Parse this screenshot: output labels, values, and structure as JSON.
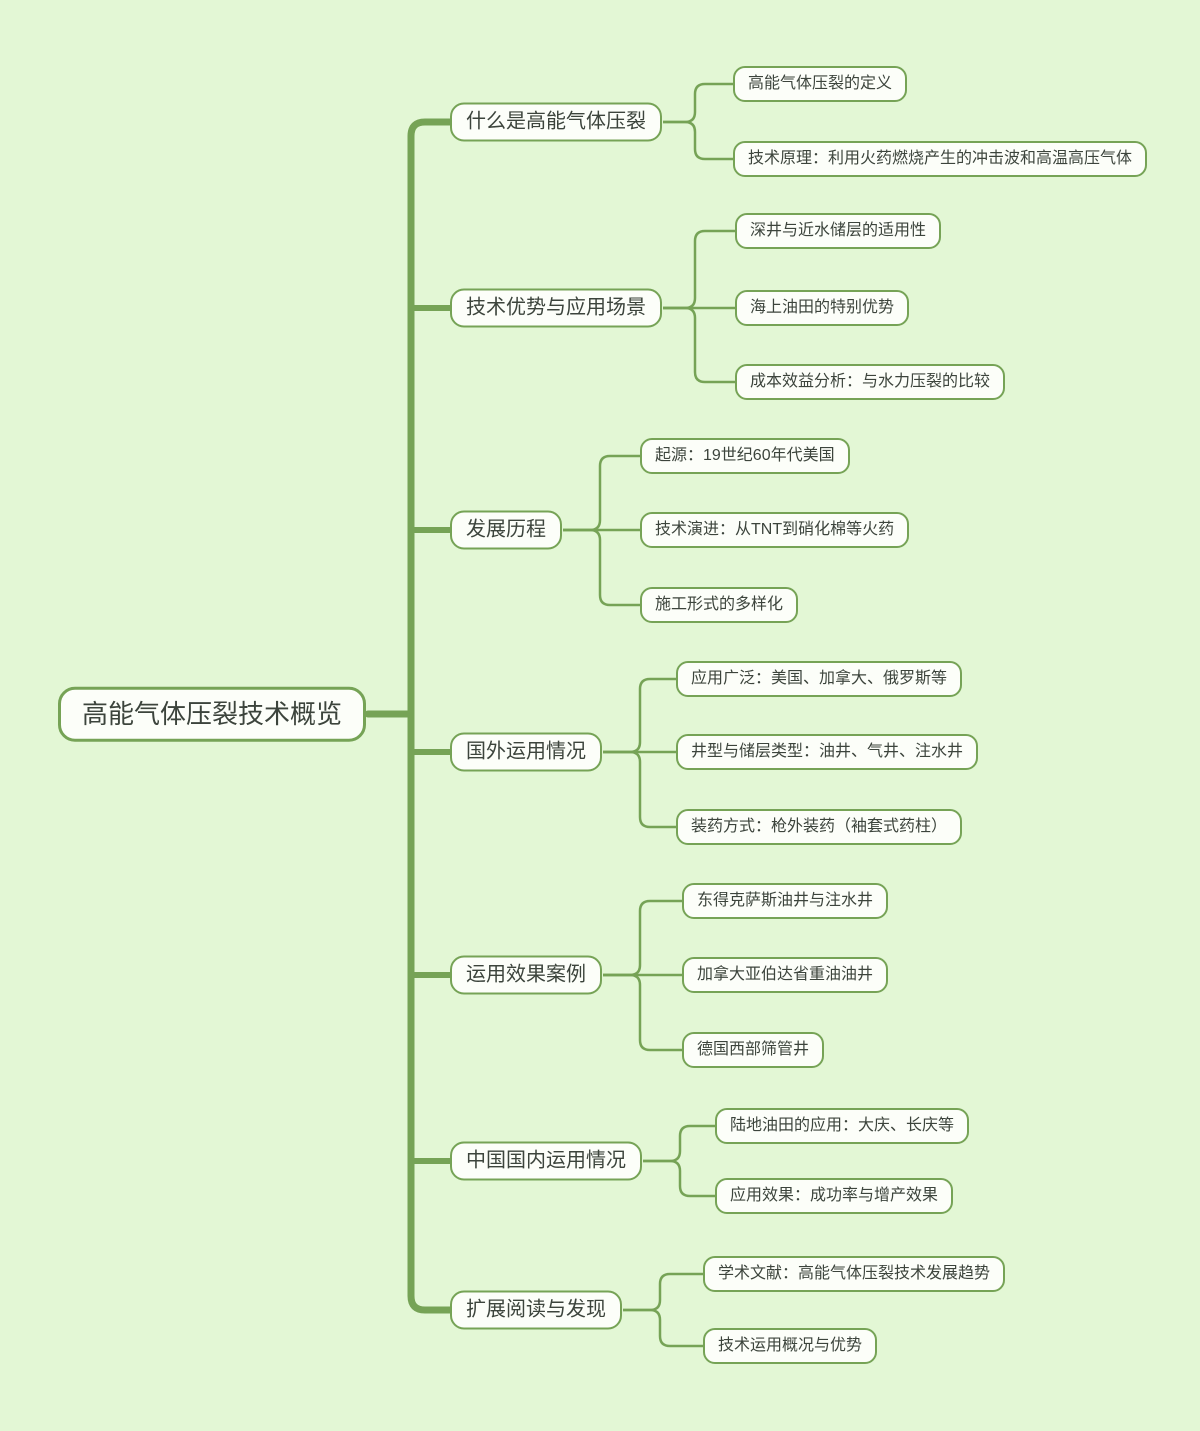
{
  "theme": {
    "background": "#e3f7d5",
    "line": "#76a356",
    "node_fill": "#fcfef9",
    "node_border": "#76a356",
    "text": "#3c443c"
  },
  "root": {
    "label": "高能气体压裂技术概览"
  },
  "branches": [
    {
      "label": "什么是高能气体压裂",
      "children": [
        {
          "label": "高能气体压裂的定义"
        },
        {
          "label": "技术原理：利用火药燃烧产生的冲击波和高温高压气体"
        }
      ]
    },
    {
      "label": "技术优势与应用场景",
      "children": [
        {
          "label": "深井与近水储层的适用性"
        },
        {
          "label": "海上油田的特别优势"
        },
        {
          "label": "成本效益分析：与水力压裂的比较"
        }
      ]
    },
    {
      "label": "发展历程",
      "children": [
        {
          "label": "起源：19世纪60年代美国"
        },
        {
          "label": "技术演进：从TNT到硝化棉等火药"
        },
        {
          "label": "施工形式的多样化"
        }
      ]
    },
    {
      "label": "国外运用情况",
      "children": [
        {
          "label": "应用广泛：美国、加拿大、俄罗斯等"
        },
        {
          "label": "井型与储层类型：油井、气井、注水井"
        },
        {
          "label": "装药方式：枪外装药（袖套式药柱）"
        }
      ]
    },
    {
      "label": "运用效果案例",
      "children": [
        {
          "label": "东得克萨斯油井与注水井"
        },
        {
          "label": "加拿大亚伯达省重油油井"
        },
        {
          "label": "德国西部筛管井"
        }
      ]
    },
    {
      "label": "中国国内运用情况",
      "children": [
        {
          "label": "陆地油田的应用：大庆、长庆等"
        },
        {
          "label": "应用效果：成功率与增产效果"
        }
      ]
    },
    {
      "label": "扩展阅读与发现",
      "children": [
        {
          "label": "学术文献：高能气体压裂技术发展趋势"
        },
        {
          "label": "技术运用概况与优势"
        }
      ]
    }
  ]
}
